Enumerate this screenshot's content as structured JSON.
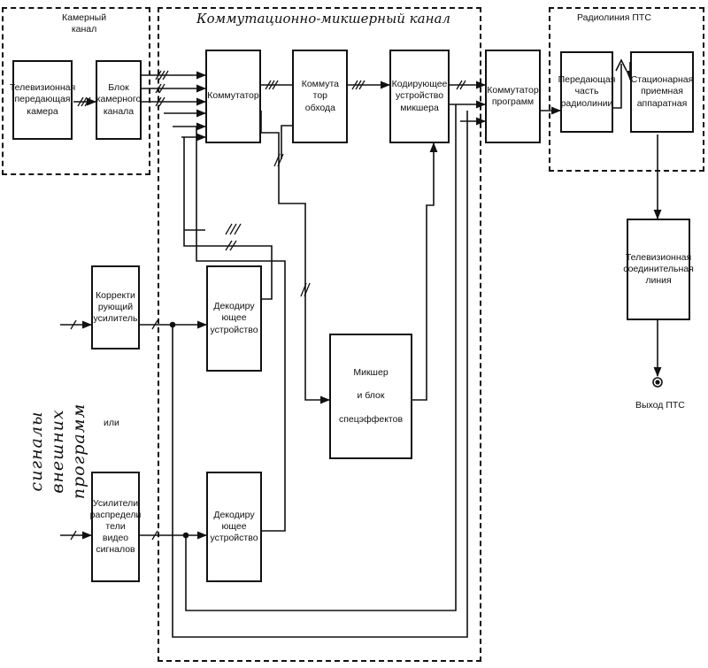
{
  "regions": {
    "camera_channel": "Камерный\nканал",
    "switching_mixing_channel": "Коммутационно-микшерный канал",
    "radio_link": "Радиолиния ПТС"
  },
  "blocks": {
    "tv_camera": "Телевизионная\nпередающая\nкамера",
    "camera_channel_unit": "Блок\nкамерного\nканала",
    "switcher": "Коммутатор",
    "bypass_switcher": "Коммута\nтор\nобхода",
    "mixer_encoder": "Кодирующее\nустройство\nмикшера",
    "program_switcher": "Коммутатор\nпрограмм",
    "transmitting_part": "Передающая\nчасть\nрадиолинии",
    "receiving_equipment": "Стационарная\nприемная\nаппаратная",
    "tv_link_line": "Телевизионная\nсоединительная\nлиния",
    "correcting_amplifier": "Корректи\nрующий\nусилитель",
    "decoder_top": "Декодиру\nющее\nустройство",
    "mixer_effects": "Микшер\n\nи блок\n\nспецэффектов",
    "video_distribution_amplifiers": "Усилители\nраспредели\nтели\nвидео\nсигналов",
    "decoder_bottom": "Декодиру\nющее\nустройство"
  },
  "labels": {
    "or": "или",
    "external_signals": "сигналы внешних\nпрограмм",
    "pts_output": "Выход ПТС"
  }
}
